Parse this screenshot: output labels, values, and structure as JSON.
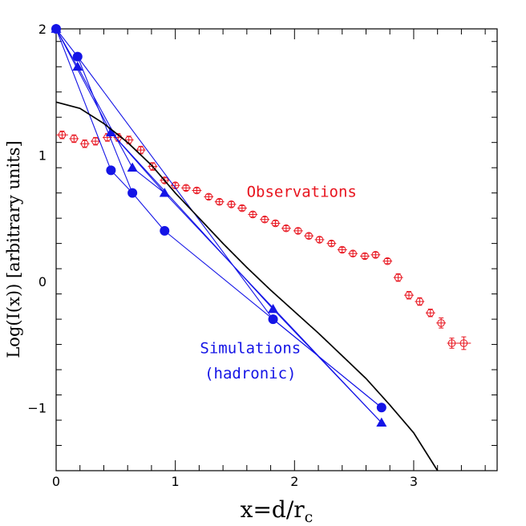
{
  "chart_data": {
    "type": "scatter",
    "xlabel": "x=d/r",
    "xlabel_sub": "c",
    "ylabel": "Log(I(x)) [arbitrary units]",
    "xlim": [
      0,
      3.7
    ],
    "ylim": [
      -1.5,
      2.0
    ],
    "x_ticks": [
      0,
      1,
      2,
      3
    ],
    "y_ticks": [
      -1,
      0,
      1,
      2
    ],
    "grid": false,
    "colors": {
      "observations": "#e8141e",
      "simulations": "#1414e6",
      "model": "#000000",
      "axes": "#000000"
    },
    "annotations": [
      {
        "text": "Observations",
        "x": 2.06,
        "y": 0.67,
        "color": "#e8141e"
      },
      {
        "text": "Simulations",
        "x": 1.63,
        "y": -0.57,
        "color": "#1414e6"
      },
      {
        "text": "(hadronic)",
        "x": 1.63,
        "y": -0.77,
        "color": "#1414e6"
      }
    ],
    "series": [
      {
        "marker": "open-circle-errorbar",
        "color": "#e8141e",
        "x": [
          0.05,
          0.15,
          0.24,
          0.33,
          0.43,
          0.52,
          0.61,
          0.71,
          0.81,
          0.91,
          1.0,
          1.09,
          1.18,
          1.28,
          1.37,
          1.47,
          1.56,
          1.65,
          1.75,
          1.84,
          1.93,
          2.03,
          2.12,
          2.21,
          2.31,
          2.4,
          2.49,
          2.59,
          2.68,
          2.78,
          2.87,
          2.96,
          3.05,
          3.14,
          3.23,
          3.32,
          3.42
        ],
        "y": [
          1.16,
          1.13,
          1.09,
          1.11,
          1.14,
          1.14,
          1.12,
          1.04,
          0.91,
          0.8,
          0.76,
          0.74,
          0.72,
          0.67,
          0.63,
          0.61,
          0.58,
          0.53,
          0.49,
          0.46,
          0.42,
          0.4,
          0.36,
          0.33,
          0.3,
          0.25,
          0.22,
          0.2,
          0.21,
          0.16,
          0.03,
          -0.11,
          -0.16,
          -0.25,
          -0.33,
          -0.49,
          -0.49
        ],
        "x_err": [
          0.05,
          0.04,
          0.04,
          0.04,
          0.04,
          0.04,
          0.04,
          0.04,
          0.04,
          0.04,
          0.04,
          0.04,
          0.04,
          0.04,
          0.04,
          0.04,
          0.04,
          0.04,
          0.04,
          0.04,
          0.04,
          0.04,
          0.04,
          0.04,
          0.04,
          0.04,
          0.04,
          0.04,
          0.04,
          0.04,
          0.04,
          0.04,
          0.04,
          0.04,
          0.04,
          0.04,
          0.06
        ],
        "y_err": [
          0.03,
          0.03,
          0.03,
          0.03,
          0.03,
          0.03,
          0.03,
          0.03,
          0.03,
          0.02,
          0.02,
          0.02,
          0.02,
          0.02,
          0.02,
          0.02,
          0.02,
          0.02,
          0.02,
          0.02,
          0.02,
          0.02,
          0.02,
          0.02,
          0.02,
          0.02,
          0.02,
          0.02,
          0.02,
          0.02,
          0.03,
          0.03,
          0.03,
          0.03,
          0.04,
          0.04,
          0.05
        ]
      },
      {
        "marker": "filled-circle",
        "color": "#1414e6",
        "connect": [
          [
            0,
            2
          ],
          [
            2,
            3
          ],
          [
            3,
            4
          ],
          [
            4,
            6
          ],
          [
            0,
            1
          ],
          [
            1,
            3
          ],
          [
            1,
            5
          ],
          [
            5,
            6
          ]
        ],
        "x": [
          0.0,
          0.18,
          0.46,
          0.64,
          0.91,
          1.82,
          2.73
        ],
        "y": [
          2.0,
          1.78,
          0.88,
          0.7,
          0.4,
          -0.3,
          -1.0
        ]
      },
      {
        "marker": "filled-triangle",
        "color": "#1414e6",
        "connect": [
          [
            0,
            1
          ],
          [
            1,
            3
          ],
          [
            3,
            4
          ],
          [
            4,
            6
          ],
          [
            0,
            2
          ],
          [
            2,
            4
          ],
          [
            2,
            5
          ],
          [
            5,
            6
          ]
        ],
        "x": [
          0.0,
          0.18,
          0.46,
          0.64,
          0.91,
          1.82,
          2.73
        ],
        "y": [
          2.0,
          1.7,
          1.18,
          0.9,
          0.7,
          -0.22,
          -1.12
        ]
      },
      {
        "marker": "line",
        "color": "#000000",
        "x": [
          0.0,
          0.2,
          0.4,
          0.6,
          0.8,
          1.0,
          1.2,
          1.4,
          1.6,
          1.8,
          2.0,
          2.2,
          2.4,
          2.6,
          2.8,
          3.0,
          3.2
        ],
        "y": [
          1.42,
          1.37,
          1.25,
          1.1,
          0.92,
          0.7,
          0.5,
          0.3,
          0.11,
          -0.07,
          -0.24,
          -0.41,
          -0.59,
          -0.77,
          -0.98,
          -1.2,
          -1.5
        ]
      }
    ]
  }
}
